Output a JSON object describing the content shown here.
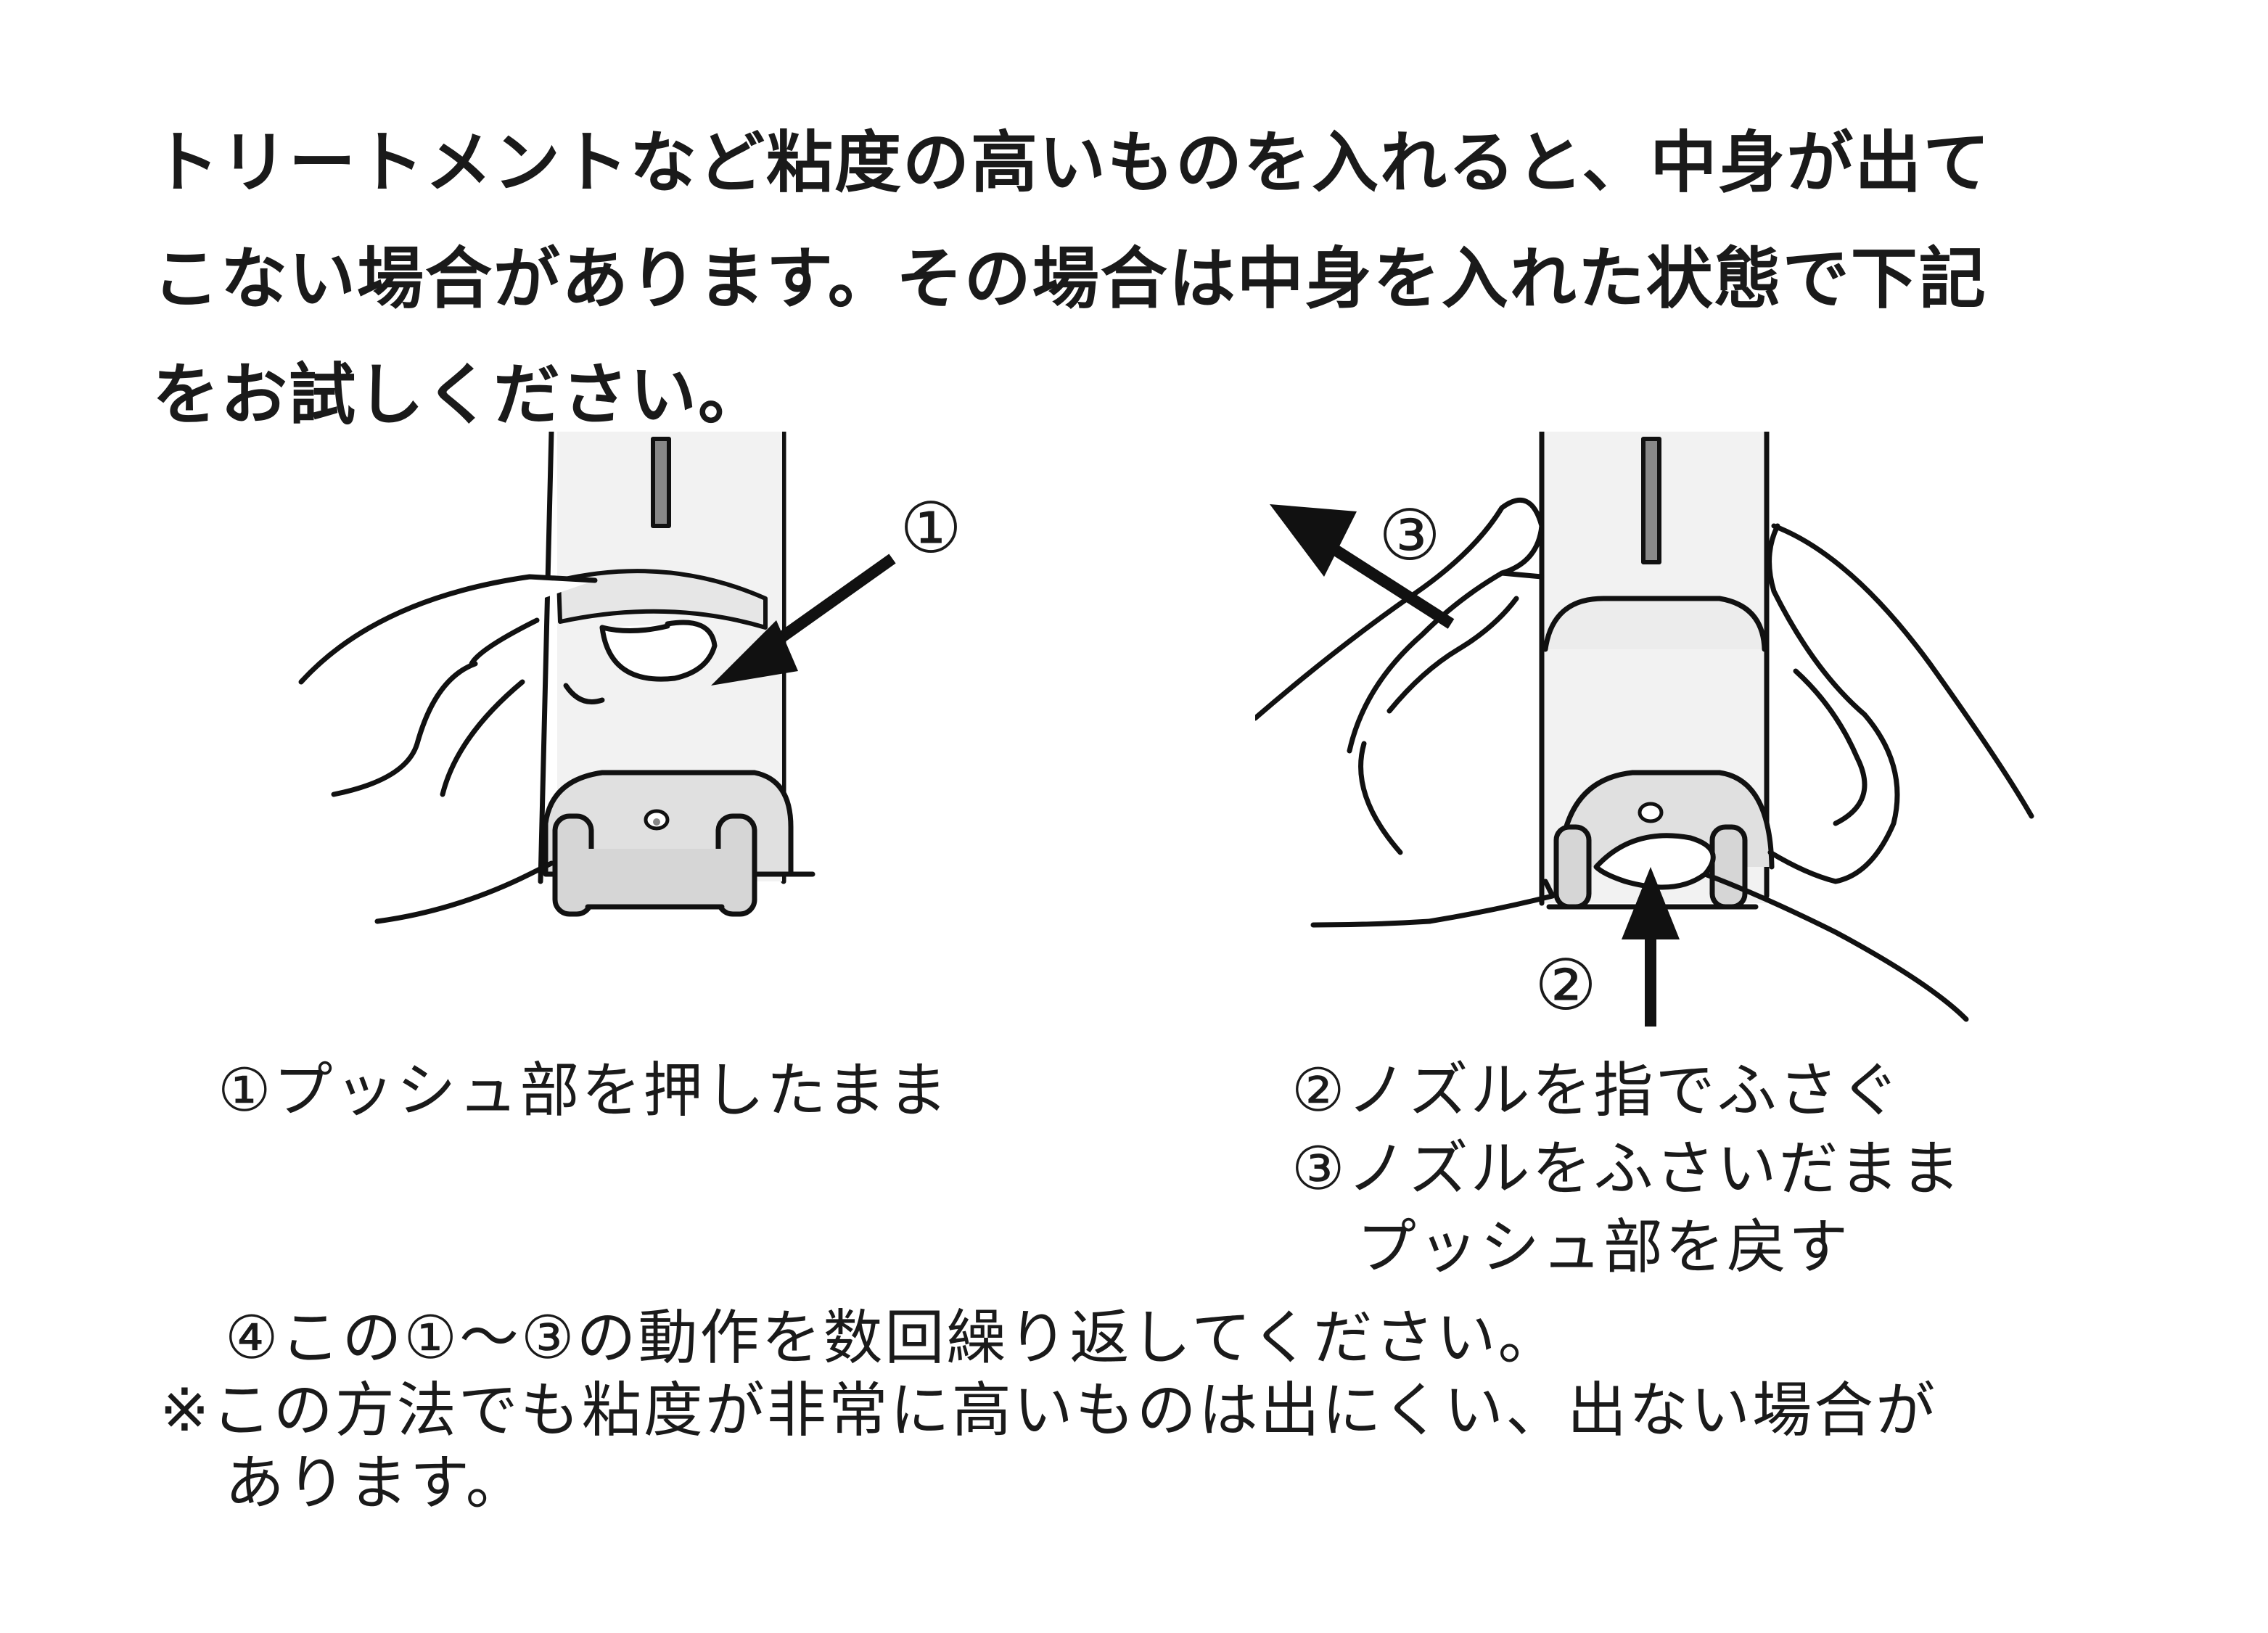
{
  "intro": {
    "lines": [
      "トリートメントなど粘度の高いものを入れると、中身が出て",
      "こない場合があります。その場合は中身を入れた状態で下記",
      "をお試しください。"
    ]
  },
  "figure_left": {
    "marker": "①"
  },
  "figure_right": {
    "marker_2": "②",
    "marker_3": "③"
  },
  "captions": {
    "left": "①プッシュ部を押したまま",
    "right": [
      "②ノズルを指でふさぐ",
      "③ノズルをふさいだまま",
      "プッシュ部を戻す"
    ]
  },
  "notes": {
    "step4": "④この①〜③の動作を数回繰り返してください。",
    "remark_line1": "※この方法でも粘度が非常に高いものは出にくい、出ない場合が",
    "remark_line2": "あります。"
  }
}
